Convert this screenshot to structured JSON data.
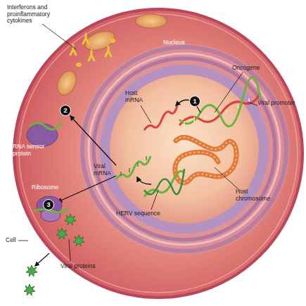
{
  "diagram": {
    "labels": [
      "Interferons and proinflammatory cytokines",
      "Nucleus",
      "Oncogene",
      "1",
      "Viral promoter",
      "Host mRNA",
      "2",
      "RNA sensor protein",
      "Viral mRNA",
      "Ribosome",
      "Host chromosome",
      "3",
      "HERV sequence",
      "Cell",
      "Viral proteins"
    ]
  }
}
